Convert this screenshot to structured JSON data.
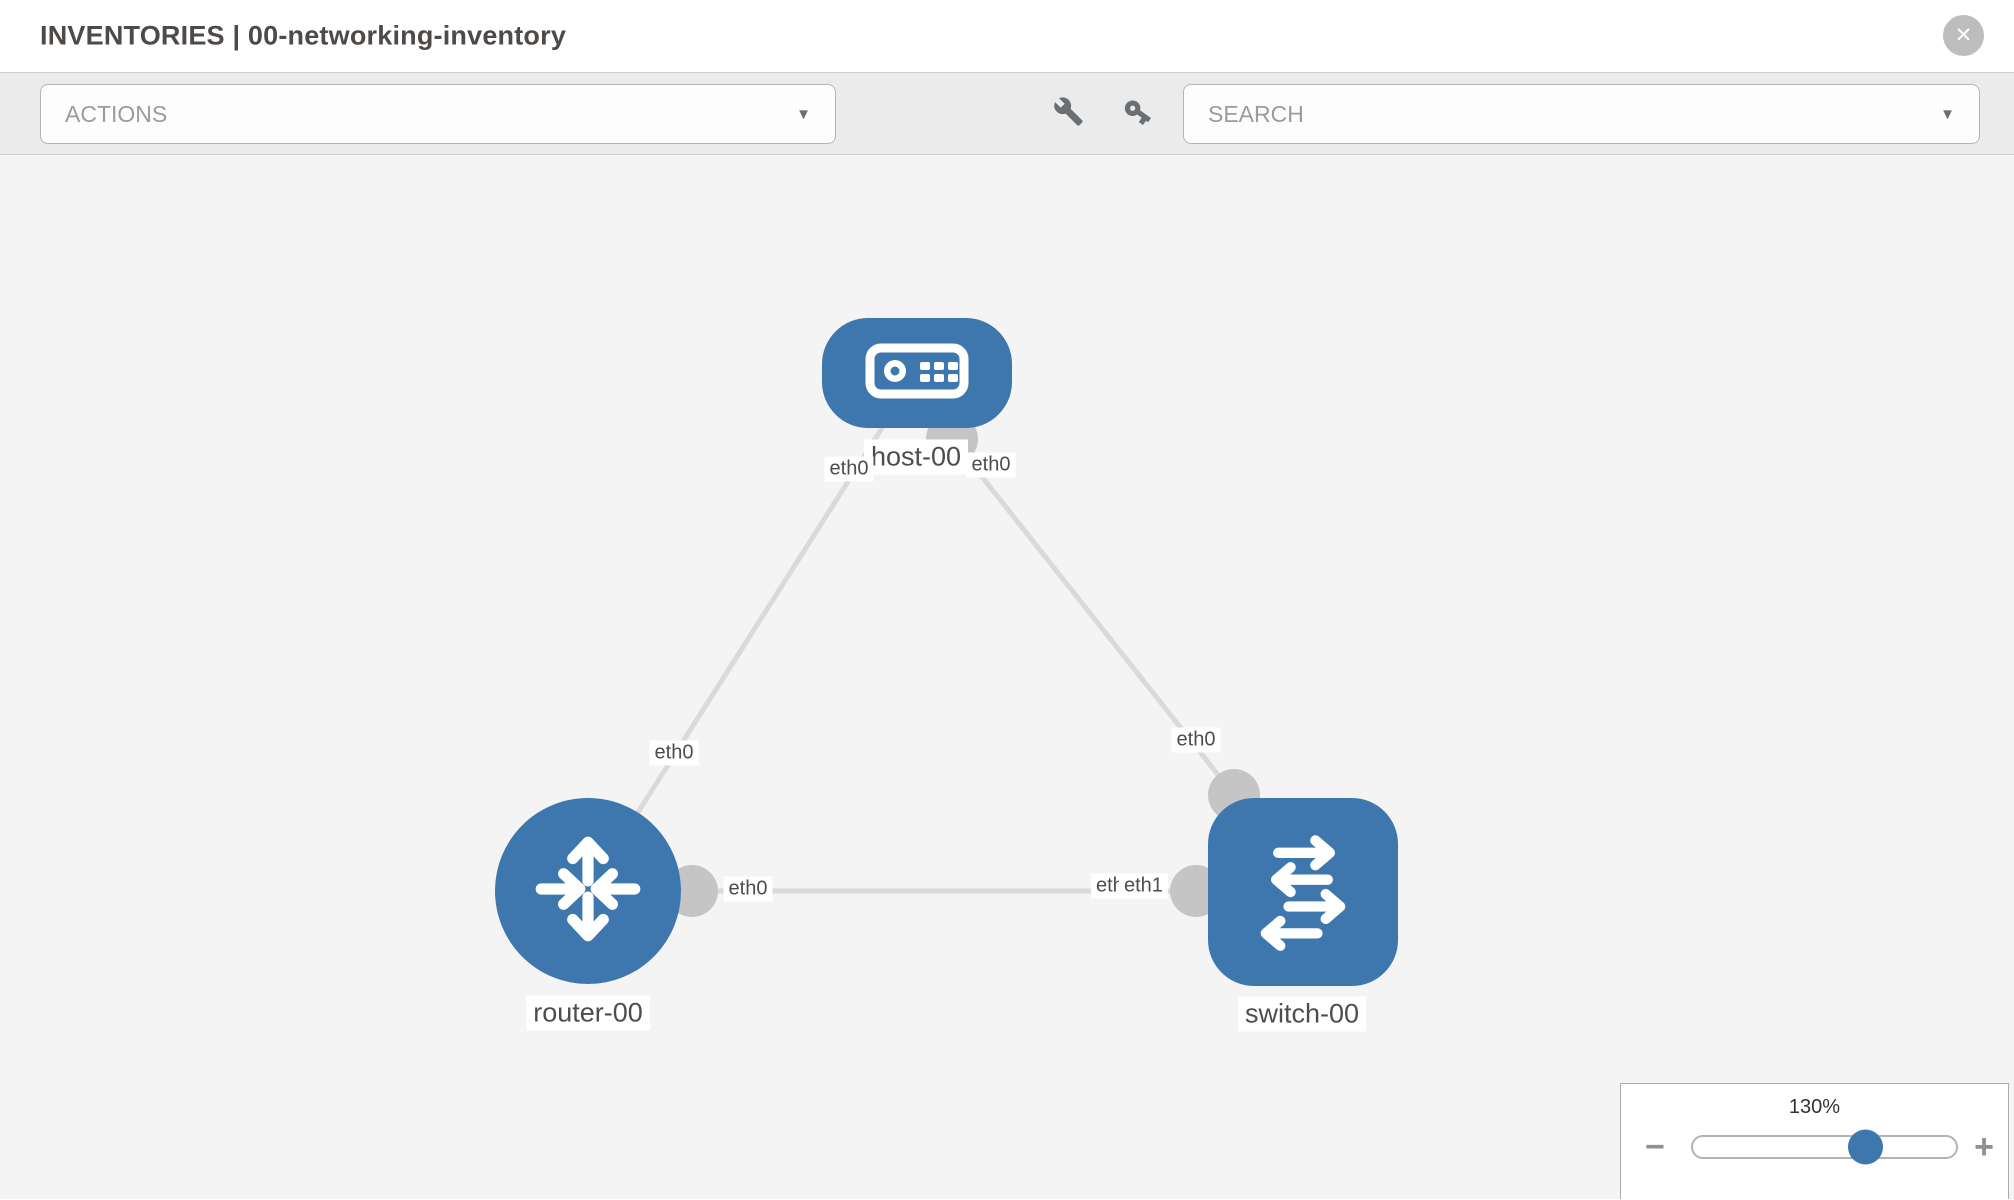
{
  "header": {
    "title": "INVENTORIES | 00-networking-inventory"
  },
  "toolbar": {
    "actions_label": "ACTIONS",
    "search_label": "SEARCH"
  },
  "icons": {
    "chevron_down": "▼",
    "close": "✕",
    "minus": "−",
    "plus": "+"
  },
  "topology": {
    "nodes": [
      {
        "id": "host-00",
        "type": "host",
        "label": "host-00"
      },
      {
        "id": "router-00",
        "type": "router",
        "label": "router-00"
      },
      {
        "id": "switch-00",
        "type": "switch",
        "label": "switch-00"
      }
    ],
    "links": [
      {
        "source": "host-00",
        "source_interface": "eth0",
        "target": "router-00",
        "target_interface": "eth0"
      },
      {
        "source": "host-00",
        "source_interface": "eth0",
        "target": "switch-00",
        "target_interface": "eth0"
      },
      {
        "source": "router-00",
        "source_interface": "eth0",
        "target": "switch-00",
        "target_interface": "eth1"
      }
    ],
    "overlap_hidden_label": "eth0"
  },
  "zoom": {
    "value": "130%"
  },
  "colors": {
    "node_blue": "#3d77ad",
    "link_gray": "#dadada",
    "port_gray": "#c5c5c5",
    "canvas_bg": "#f4f4f4",
    "toolbar_bg": "#ebebeb"
  }
}
